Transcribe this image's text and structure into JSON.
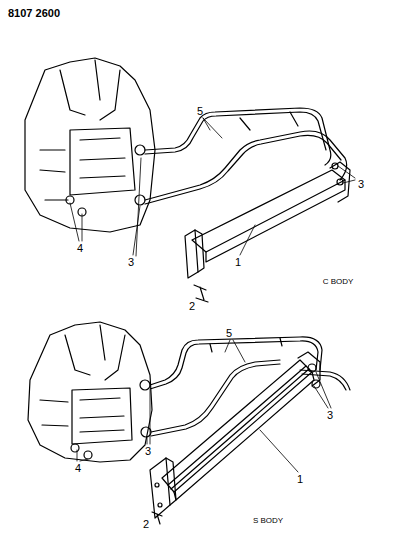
{
  "diagram": {
    "labels": [
      "8107 2600",
      "5",
      "3",
      "4",
      "3",
      "1",
      "2",
      "C BODY",
      "5",
      "3",
      "4",
      "3",
      "1",
      "2",
      "S BODY"
    ]
  }
}
